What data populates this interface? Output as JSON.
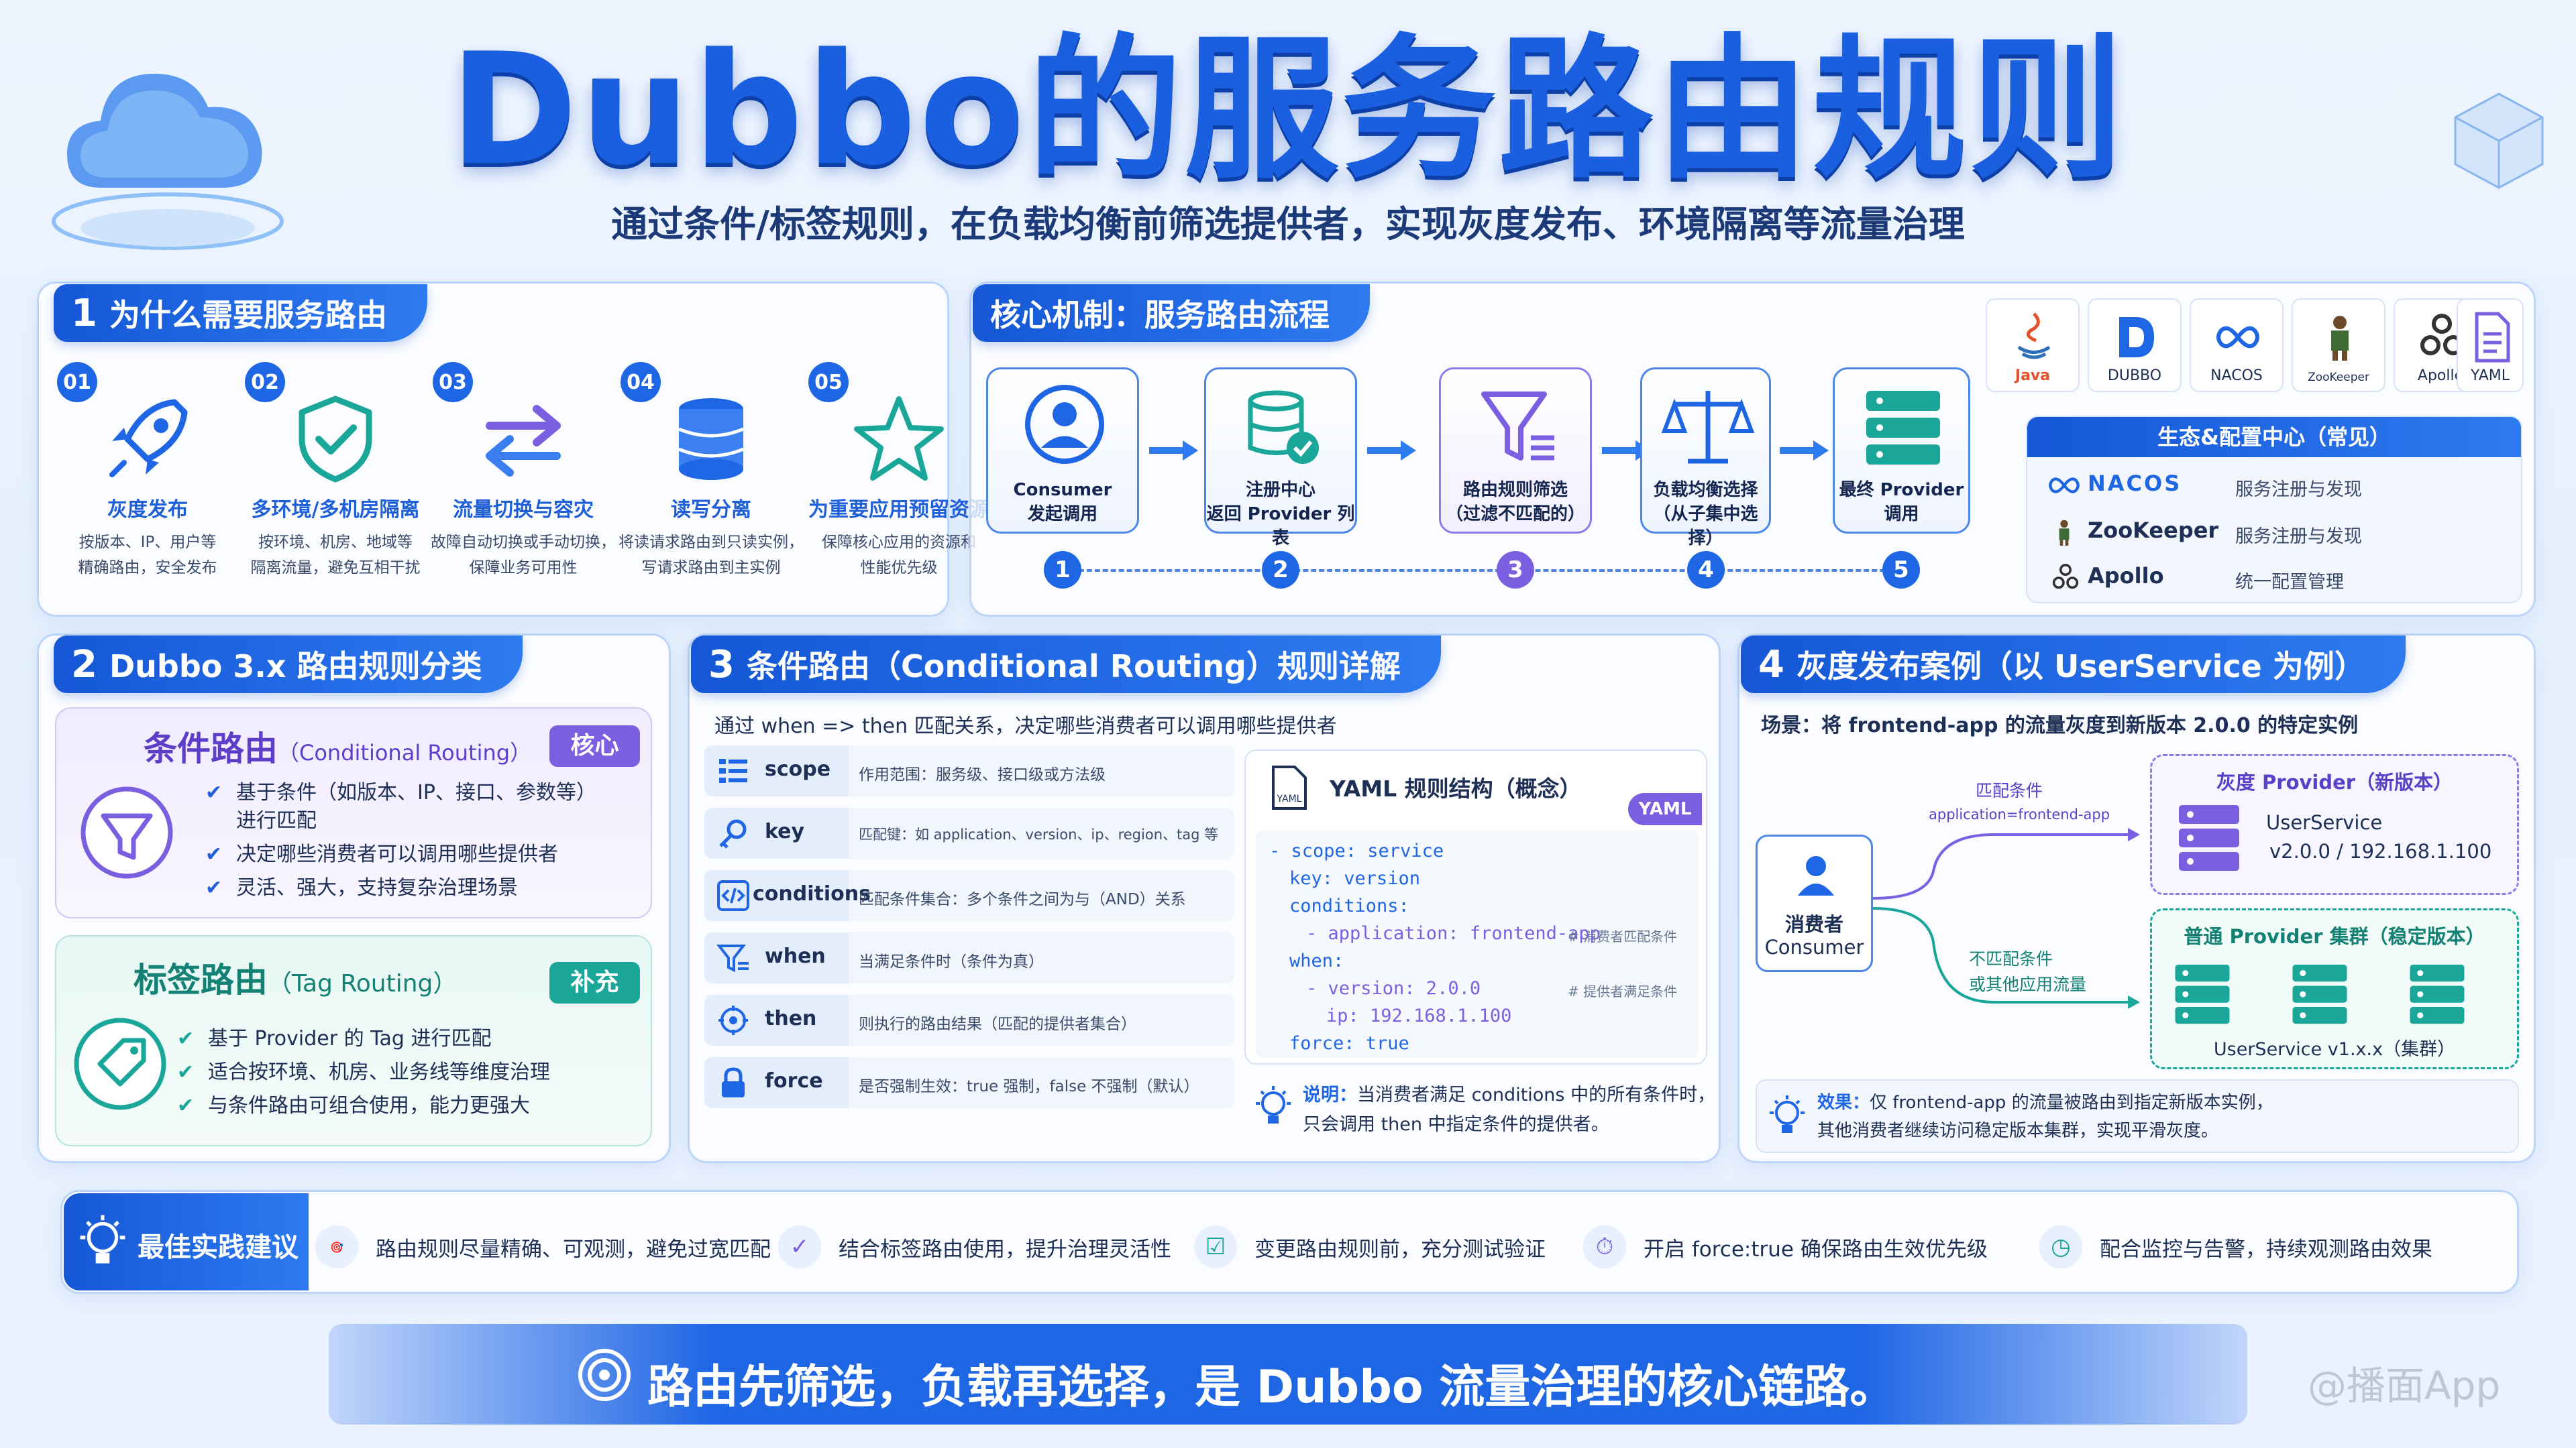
{
  "header": {
    "title": "Dubbo的服务路由规则",
    "subtitle": "通过条件/标签规则，在负载均衡前筛选提供者，实现灰度发布、环境隔离等流量治理"
  },
  "why": {
    "num": "1",
    "title": "为什么需要服务路由",
    "items": [
      {
        "num": "01",
        "icon": "rocket-icon",
        "title": "灰度发布",
        "desc1": "按版本、IP、用户等",
        "desc2": "精确路由，安全发布"
      },
      {
        "num": "02",
        "icon": "shield-check-icon",
        "title": "多环境/多机房隔离",
        "desc1": "按环境、机房、地域等",
        "desc2": "隔离流量，避免互相干扰"
      },
      {
        "num": "03",
        "icon": "switch-arrows-icon",
        "title": "流量切换与容灾",
        "desc1": "故障自动切换或手动切换，",
        "desc2": "保障业务可用性"
      },
      {
        "num": "04",
        "icon": "database-icon",
        "title": "读写分离",
        "desc1": "将读请求路由到只读实例，",
        "desc2": "写请求路由到主实例"
      },
      {
        "num": "05",
        "icon": "star-icon",
        "title": "为重要应用预留资源",
        "desc1": "保障核心应用的资源和",
        "desc2": "性能优先级"
      }
    ]
  },
  "flow": {
    "title": "核心机制：服务路由流程",
    "steps": [
      {
        "num": "1",
        "l1": "Consumer",
        "l2": "发起调用"
      },
      {
        "num": "2",
        "l1": "注册中心",
        "l2": "返回 Provider 列表"
      },
      {
        "num": "3",
        "l1": "路由规则筛选",
        "l2": "（过滤不匹配的）"
      },
      {
        "num": "4",
        "l1": "负载均衡选择",
        "l2": "（从子集中选择）"
      },
      {
        "num": "5",
        "l1": "最终 Provider",
        "l2": "调用"
      }
    ]
  },
  "eco": {
    "logos": [
      "Java",
      "DUBBO",
      "NACOS",
      "ZooKeeper",
      "Apollo",
      "YAML"
    ],
    "title": "生态&配置中心（常见）",
    "rows": [
      {
        "name": "NACOS",
        "desc": "服务注册与发现"
      },
      {
        "name": "ZooKeeper",
        "desc": "服务注册与发现"
      },
      {
        "name": "Apollo",
        "desc": "统一配置管理"
      }
    ]
  },
  "classify": {
    "num": "2",
    "title": "Dubbo 3.x 路由规则分类",
    "cond": {
      "title": "条件路由",
      "en": "（Conditional Routing）",
      "badge": "核心",
      "l1": "基于条件（如版本、IP、接口、参数等）",
      "l1b": "进行匹配",
      "l2": "决定哪些消费者可以调用哪些提供者",
      "l3": "灵活、强大，支持复杂治理场景"
    },
    "tag": {
      "title": "标签路由",
      "en": "（Tag Routing）",
      "badge": "补充",
      "l1": "基于 Provider 的 Tag 进行匹配",
      "l2": "适合按环境、机房、业务线等维度治理",
      "l3": "与条件路由可组合使用，能力更强大"
    }
  },
  "detail": {
    "num": "3",
    "title": "条件路由（Conditional Routing）规则详解",
    "intro": "通过 when => then 匹配关系，决定哪些消费者可以调用哪些提供者",
    "rows": [
      {
        "key": "scope",
        "icon": "list-icon",
        "desc": "作用范围：服务级、接口级或方法级"
      },
      {
        "key": "key",
        "icon": "key-icon",
        "desc": "匹配键：如 application、version、ip、region、tag 等"
      },
      {
        "key": "conditions",
        "icon": "code-icon",
        "desc": "匹配条件集合：多个条件之间为与（AND）关系"
      },
      {
        "key": "when",
        "icon": "filter-icon",
        "desc": "当满足条件时（条件为真）"
      },
      {
        "key": "then",
        "icon": "target-icon",
        "desc": "则执行的路由结果（匹配的提供者集合）"
      },
      {
        "key": "force",
        "icon": "lock-icon",
        "desc": "是否强制生效：true 强制，false 不强制（默认）"
      }
    ],
    "yaml": {
      "title": "YAML 规则结构（概念）",
      "badge": "YAML",
      "file": "YAML",
      "lines": [
        {
          "t": "- scope: service",
          "c": ""
        },
        {
          "t": "key: version",
          "c": ""
        },
        {
          "t": "conditions:",
          "c": ""
        },
        {
          "t": "- application: frontend-app",
          "c": "# 消费者匹配条件"
        },
        {
          "t": "when:",
          "c": ""
        },
        {
          "t": "- version: 2.0.0",
          "c": "# 提供者满足条件"
        },
        {
          "t": "ip: 192.168.1.100",
          "c": ""
        },
        {
          "t": "force: true",
          "c": ""
        }
      ]
    },
    "note_label": "说明：",
    "note1": "当消费者满足 conditions 中的所有条件时，",
    "note2": "只会调用 then 中指定条件的提供者。"
  },
  "gray": {
    "num": "4",
    "title": "灰度发布案例（以 UserService 为例）",
    "scene": "场景：将 frontend-app 的流量灰度到新版本 2.0.0 的特定实例",
    "consumer1": "消费者",
    "consumer2": "Consumer",
    "match": "匹配条件",
    "match_cond": "application=frontend-app",
    "nomatch1": "不匹配条件",
    "nomatch2": "或其他应用流量",
    "gray_title": "灰度 Provider（新版本）",
    "gray_name": "UserService",
    "gray_addr": "v2.0.0 / 192.168.1.100",
    "stable_title": "普通 Provider 集群（稳定版本）",
    "stable_name": "UserService v1.x.x（集群）",
    "effect_label": "效果：",
    "effect1": "仅 frontend-app 的流量被路由到指定新版本实例，",
    "effect2": "其他消费者继续访问稳定版本集群，实现平滑灰度。"
  },
  "best": {
    "title": "最佳实践建议",
    "items": [
      "路由规则尽量精确、可观测，避免过宽匹配",
      "结合标签路由使用，提升治理灵活性",
      "变更路由规则前，充分测试验证",
      "开启 force:true 确保路由生效优先级",
      "配合监控与告警，持续观测路由效果"
    ]
  },
  "footer": {
    "slogan": "路由先筛选，负载再选择，是 Dubbo 流量治理的核心链路。",
    "watermark": "@播面App"
  },
  "colors": {
    "primary": "#1f66e5",
    "purple": "#7a5fe0",
    "teal": "#1aa79a"
  }
}
